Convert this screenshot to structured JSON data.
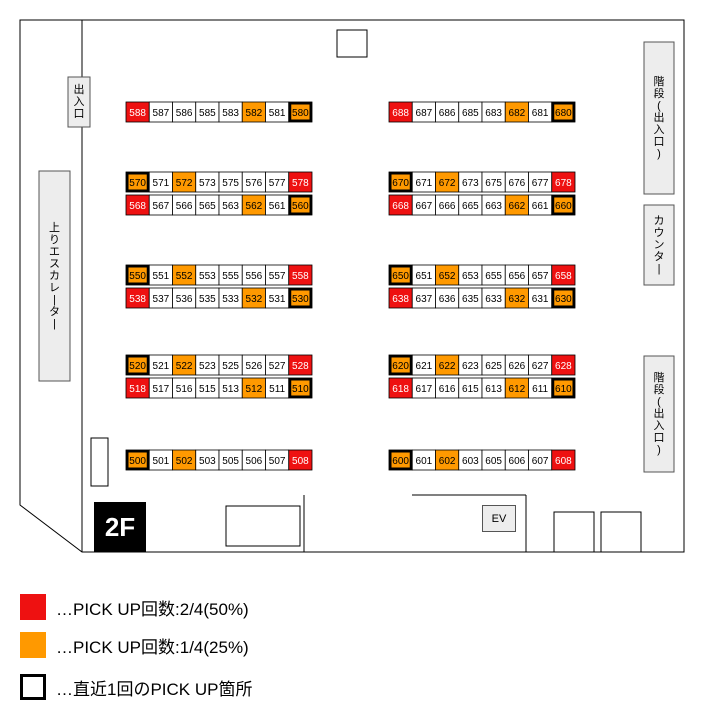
{
  "floor_label": "2F",
  "colors": {
    "red": "#ee1111",
    "orange": "#ff9900",
    "white": "#ffffff",
    "panel": "#ededed"
  },
  "labels": {
    "entrance_left": "出入口",
    "escalator_up": "上りエスカレーター",
    "stairs_upper": "階段(出入口)",
    "counter": "カウンター",
    "stairs_lower": "階段(出入口)",
    "ev": "EV"
  },
  "blocks": [
    {
      "id": "left-row-1",
      "cells": [
        {
          "n": "588",
          "c": "red"
        },
        {
          "n": "587",
          "c": "white"
        },
        {
          "n": "586",
          "c": "white"
        },
        {
          "n": "585",
          "c": "white"
        },
        {
          "n": "583",
          "c": "white"
        },
        {
          "n": "582",
          "c": "orange"
        },
        {
          "n": "581",
          "c": "white"
        },
        {
          "n": "580",
          "c": "orange",
          "b": true
        }
      ]
    },
    {
      "id": "left-row-2",
      "cells": [
        {
          "n": "570",
          "c": "orange",
          "b": true
        },
        {
          "n": "571",
          "c": "white"
        },
        {
          "n": "572",
          "c": "orange"
        },
        {
          "n": "573",
          "c": "white"
        },
        {
          "n": "575",
          "c": "white"
        },
        {
          "n": "576",
          "c": "white"
        },
        {
          "n": "577",
          "c": "white"
        },
        {
          "n": "578",
          "c": "red"
        }
      ]
    },
    {
      "id": "left-row-3",
      "cells": [
        {
          "n": "568",
          "c": "red"
        },
        {
          "n": "567",
          "c": "white"
        },
        {
          "n": "566",
          "c": "white"
        },
        {
          "n": "565",
          "c": "white"
        },
        {
          "n": "563",
          "c": "white"
        },
        {
          "n": "562",
          "c": "orange"
        },
        {
          "n": "561",
          "c": "white"
        },
        {
          "n": "560",
          "c": "orange",
          "b": true
        }
      ]
    },
    {
      "id": "left-row-4",
      "cells": [
        {
          "n": "550",
          "c": "orange",
          "b": true
        },
        {
          "n": "551",
          "c": "white"
        },
        {
          "n": "552",
          "c": "orange"
        },
        {
          "n": "553",
          "c": "white"
        },
        {
          "n": "555",
          "c": "white"
        },
        {
          "n": "556",
          "c": "white"
        },
        {
          "n": "557",
          "c": "white"
        },
        {
          "n": "558",
          "c": "red"
        }
      ]
    },
    {
      "id": "left-row-5",
      "cells": [
        {
          "n": "538",
          "c": "red"
        },
        {
          "n": "537",
          "c": "white"
        },
        {
          "n": "536",
          "c": "white"
        },
        {
          "n": "535",
          "c": "white"
        },
        {
          "n": "533",
          "c": "white"
        },
        {
          "n": "532",
          "c": "orange"
        },
        {
          "n": "531",
          "c": "white"
        },
        {
          "n": "530",
          "c": "orange",
          "b": true
        }
      ]
    },
    {
      "id": "left-row-6",
      "cells": [
        {
          "n": "520",
          "c": "orange",
          "b": true
        },
        {
          "n": "521",
          "c": "white"
        },
        {
          "n": "522",
          "c": "orange"
        },
        {
          "n": "523",
          "c": "white"
        },
        {
          "n": "525",
          "c": "white"
        },
        {
          "n": "526",
          "c": "white"
        },
        {
          "n": "527",
          "c": "white"
        },
        {
          "n": "528",
          "c": "red"
        }
      ]
    },
    {
      "id": "left-row-7",
      "cells": [
        {
          "n": "518",
          "c": "red"
        },
        {
          "n": "517",
          "c": "white"
        },
        {
          "n": "516",
          "c": "white"
        },
        {
          "n": "515",
          "c": "white"
        },
        {
          "n": "513",
          "c": "white"
        },
        {
          "n": "512",
          "c": "orange"
        },
        {
          "n": "511",
          "c": "white"
        },
        {
          "n": "510",
          "c": "orange",
          "b": true
        }
      ]
    },
    {
      "id": "left-row-8",
      "cells": [
        {
          "n": "500",
          "c": "orange",
          "b": true
        },
        {
          "n": "501",
          "c": "white"
        },
        {
          "n": "502",
          "c": "orange"
        },
        {
          "n": "503",
          "c": "white"
        },
        {
          "n": "505",
          "c": "white"
        },
        {
          "n": "506",
          "c": "white"
        },
        {
          "n": "507",
          "c": "white"
        },
        {
          "n": "508",
          "c": "red"
        }
      ]
    },
    {
      "id": "right-row-1",
      "cells": [
        {
          "n": "688",
          "c": "red"
        },
        {
          "n": "687",
          "c": "white"
        },
        {
          "n": "686",
          "c": "white"
        },
        {
          "n": "685",
          "c": "white"
        },
        {
          "n": "683",
          "c": "white"
        },
        {
          "n": "682",
          "c": "orange"
        },
        {
          "n": "681",
          "c": "white"
        },
        {
          "n": "680",
          "c": "orange",
          "b": true
        }
      ]
    },
    {
      "id": "right-row-2",
      "cells": [
        {
          "n": "670",
          "c": "orange",
          "b": true
        },
        {
          "n": "671",
          "c": "white"
        },
        {
          "n": "672",
          "c": "orange"
        },
        {
          "n": "673",
          "c": "white"
        },
        {
          "n": "675",
          "c": "white"
        },
        {
          "n": "676",
          "c": "white"
        },
        {
          "n": "677",
          "c": "white"
        },
        {
          "n": "678",
          "c": "red"
        }
      ]
    },
    {
      "id": "right-row-3",
      "cells": [
        {
          "n": "668",
          "c": "red"
        },
        {
          "n": "667",
          "c": "white"
        },
        {
          "n": "666",
          "c": "white"
        },
        {
          "n": "665",
          "c": "white"
        },
        {
          "n": "663",
          "c": "white"
        },
        {
          "n": "662",
          "c": "orange"
        },
        {
          "n": "661",
          "c": "white"
        },
        {
          "n": "660",
          "c": "orange",
          "b": true
        }
      ]
    },
    {
      "id": "right-row-4",
      "cells": [
        {
          "n": "650",
          "c": "orange",
          "b": true
        },
        {
          "n": "651",
          "c": "white"
        },
        {
          "n": "652",
          "c": "orange"
        },
        {
          "n": "653",
          "c": "white"
        },
        {
          "n": "655",
          "c": "white"
        },
        {
          "n": "656",
          "c": "white"
        },
        {
          "n": "657",
          "c": "white"
        },
        {
          "n": "658",
          "c": "red"
        }
      ]
    },
    {
      "id": "right-row-5",
      "cells": [
        {
          "n": "638",
          "c": "red"
        },
        {
          "n": "637",
          "c": "white"
        },
        {
          "n": "636",
          "c": "white"
        },
        {
          "n": "635",
          "c": "white"
        },
        {
          "n": "633",
          "c": "white"
        },
        {
          "n": "632",
          "c": "orange"
        },
        {
          "n": "631",
          "c": "white"
        },
        {
          "n": "630",
          "c": "orange",
          "b": true
        }
      ]
    },
    {
      "id": "right-row-6",
      "cells": [
        {
          "n": "620",
          "c": "orange",
          "b": true
        },
        {
          "n": "621",
          "c": "white"
        },
        {
          "n": "622",
          "c": "orange"
        },
        {
          "n": "623",
          "c": "white"
        },
        {
          "n": "625",
          "c": "white"
        },
        {
          "n": "626",
          "c": "white"
        },
        {
          "n": "627",
          "c": "white"
        },
        {
          "n": "628",
          "c": "red"
        }
      ]
    },
    {
      "id": "right-row-7",
      "cells": [
        {
          "n": "618",
          "c": "red"
        },
        {
          "n": "617",
          "c": "white"
        },
        {
          "n": "616",
          "c": "white"
        },
        {
          "n": "615",
          "c": "white"
        },
        {
          "n": "613",
          "c": "white"
        },
        {
          "n": "612",
          "c": "orange"
        },
        {
          "n": "611",
          "c": "white"
        },
        {
          "n": "610",
          "c": "orange",
          "b": true
        }
      ]
    },
    {
      "id": "right-row-8",
      "cells": [
        {
          "n": "600",
          "c": "orange",
          "b": true
        },
        {
          "n": "601",
          "c": "white"
        },
        {
          "n": "602",
          "c": "orange"
        },
        {
          "n": "603",
          "c": "white"
        },
        {
          "n": "605",
          "c": "white"
        },
        {
          "n": "606",
          "c": "white"
        },
        {
          "n": "607",
          "c": "white"
        },
        {
          "n": "608",
          "c": "red"
        }
      ]
    }
  ],
  "legend": {
    "red": "…PICK UP回数:2/4(50%)",
    "orange": "…PICK UP回数:1/4(25%)",
    "outline": "…直近1回のPICK UP箇所"
  }
}
